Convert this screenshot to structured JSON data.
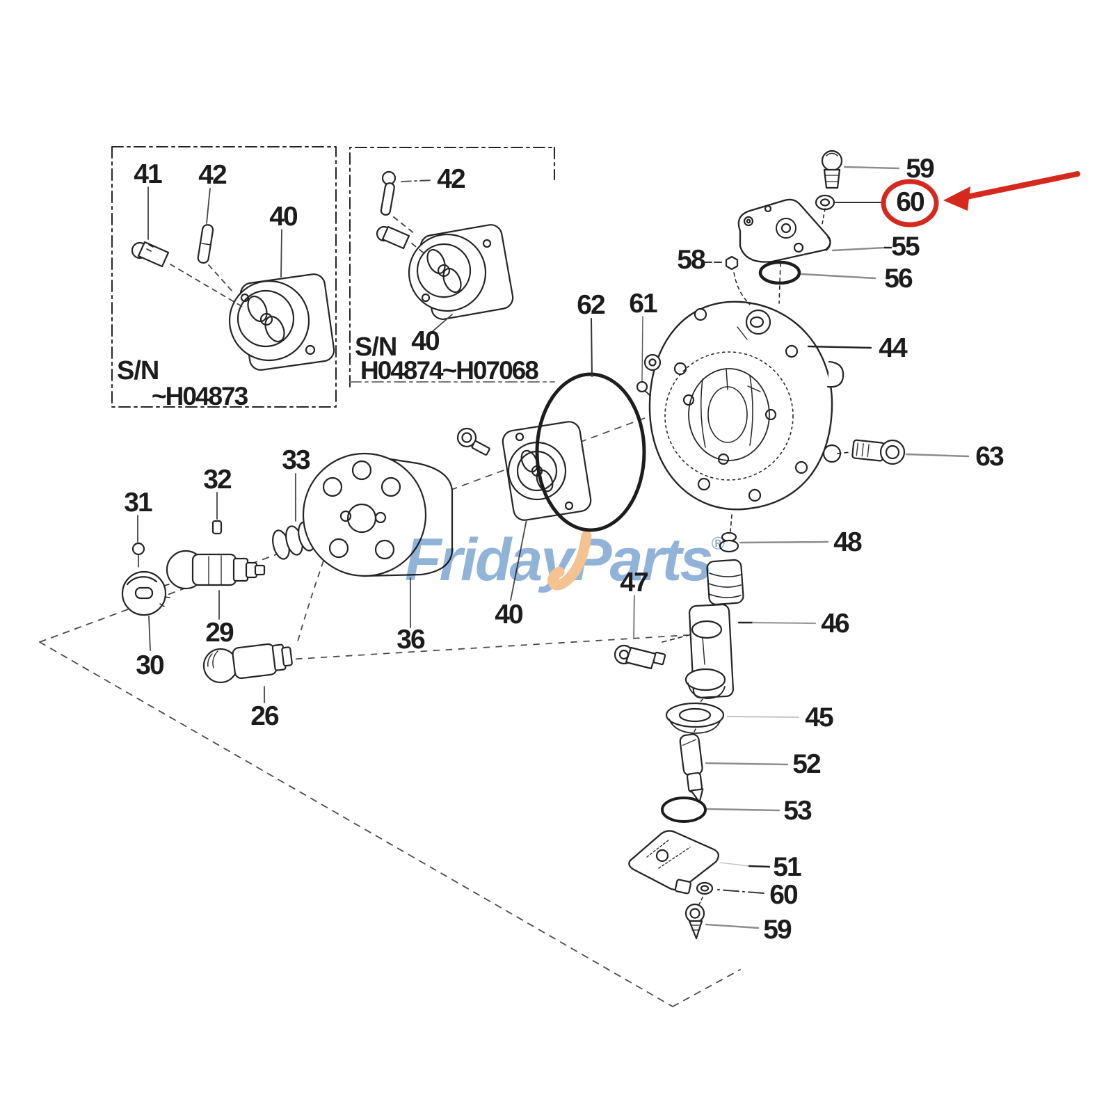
{
  "part_labels": [
    {
      "text": "41"
    },
    {
      "text": "42"
    },
    {
      "text": "40"
    },
    {
      "text": "42"
    },
    {
      "text": "40"
    },
    {
      "text": "62"
    },
    {
      "text": "61"
    },
    {
      "text": "59"
    },
    {
      "text": "60"
    },
    {
      "text": "55"
    },
    {
      "text": "58"
    },
    {
      "text": "56"
    },
    {
      "text": "44"
    },
    {
      "text": "63"
    },
    {
      "text": "48"
    },
    {
      "text": "46"
    },
    {
      "text": "47"
    },
    {
      "text": "31"
    },
    {
      "text": "32"
    },
    {
      "text": "33"
    },
    {
      "text": "29"
    },
    {
      "text": "30"
    },
    {
      "text": "26"
    },
    {
      "text": "36"
    },
    {
      "text": "40"
    },
    {
      "text": "45"
    },
    {
      "text": "52"
    },
    {
      "text": "53"
    },
    {
      "text": "51"
    },
    {
      "text": "60"
    },
    {
      "text": "59"
    }
  ],
  "serial_groups": [
    {
      "sn_label": "S/N",
      "serial_range": "~H04873"
    },
    {
      "sn_label": "S/N",
      "serial_range": "H04874~H07068"
    }
  ],
  "watermark": {
    "part1": "Friday",
    "part2": "Parts",
    "registered_mark": "®",
    "blue_color": "#92b3d8",
    "orange_color": "#f5c392"
  },
  "highlight": {
    "circled_part_number": "60",
    "color": "#d6291d"
  },
  "line_art_color": "#222222"
}
